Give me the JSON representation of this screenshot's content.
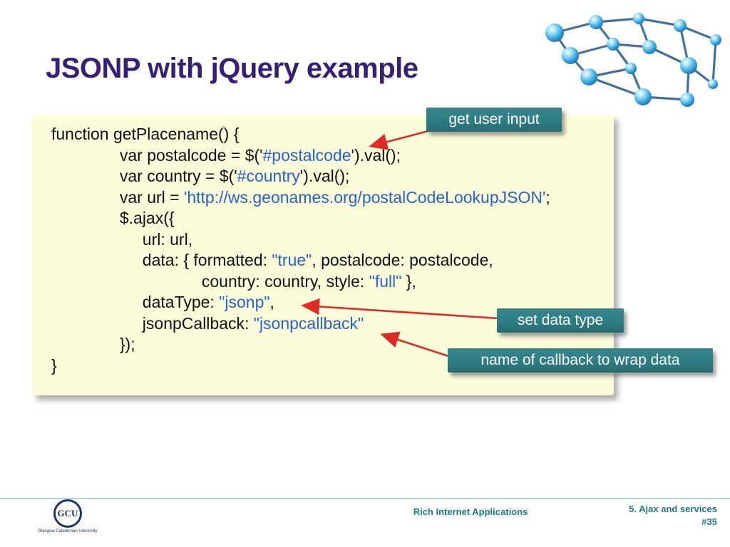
{
  "slide": {
    "title": "JSONP with jQuery example"
  },
  "code": {
    "lines": [
      {
        "segments": [
          {
            "c": "k",
            "t": "function getPlacename() {"
          }
        ]
      },
      {
        "segments": [
          {
            "c": "k",
            "t": "               var postalcode = $('"
          },
          {
            "c": "s",
            "t": "#postalcode"
          },
          {
            "c": "k",
            "t": "').val();"
          }
        ]
      },
      {
        "segments": [
          {
            "c": "k",
            "t": "               var country = $('"
          },
          {
            "c": "s",
            "t": "#country"
          },
          {
            "c": "k",
            "t": "').val();"
          }
        ]
      },
      {
        "segments": [
          {
            "c": "k",
            "t": "               var url = "
          },
          {
            "c": "s",
            "t": "'http://ws.geonames.org/postalCodeLookupJSON'"
          },
          {
            "c": "k",
            "t": ";"
          }
        ]
      },
      {
        "segments": [
          {
            "c": "k",
            "t": "               $.ajax({"
          }
        ]
      },
      {
        "segments": [
          {
            "c": "k",
            "t": "                    url: url,"
          }
        ]
      },
      {
        "segments": [
          {
            "c": "k",
            "t": "                    data: { formatted: "
          },
          {
            "c": "s",
            "t": "\"true\""
          },
          {
            "c": "k",
            "t": ", postalcode: postalcode,"
          }
        ]
      },
      {
        "segments": [
          {
            "c": "k",
            "t": "                                 country: country, style: "
          },
          {
            "c": "s",
            "t": "\"full\""
          },
          {
            "c": "k",
            "t": " },"
          }
        ]
      },
      {
        "segments": [
          {
            "c": "k",
            "t": "                    dataType: "
          },
          {
            "c": "s",
            "t": "\"jsonp\""
          },
          {
            "c": "k",
            "t": ","
          }
        ]
      },
      {
        "segments": [
          {
            "c": "k",
            "t": "                    jsonpCallback: "
          },
          {
            "c": "s",
            "t": "\"jsonpcallback\""
          }
        ]
      },
      {
        "segments": [
          {
            "c": "k",
            "t": "               });"
          }
        ]
      },
      {
        "segments": [
          {
            "c": "k",
            "t": "}"
          }
        ]
      }
    ]
  },
  "callouts": [
    {
      "label": "get user input"
    },
    {
      "label": "set data type"
    },
    {
      "label": "name of callback to wrap data"
    }
  ],
  "footer": {
    "center_text": "Rich Internet Applications",
    "section": "5. Ajax and services",
    "page": "#35",
    "logo": {
      "acronym": "GCU",
      "name": "Glasgow Caledonian University"
    }
  },
  "colors": {
    "title": "#371F76",
    "code_bg": "#FCFCDB",
    "string": "#2563C4",
    "callout_bg": "#2E7D84",
    "footer_text": "#1D7A8A",
    "arrow": "#DE2B26"
  }
}
